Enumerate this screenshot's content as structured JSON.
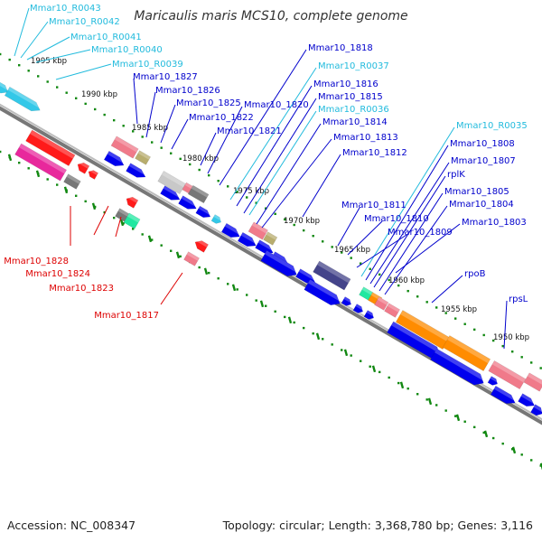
{
  "title": "Maricaulis maris MCS10, complete genome",
  "footer": {
    "accession": "Accession: NC_008347",
    "summary": "Topology: circular; Length: 3,368,780 bp; Genes: 3,116"
  },
  "colors": {
    "forward_cds": "#0000ee",
    "reverse_cds": "#ff1a1a",
    "rna": "#33c8e8",
    "highlight_orange": "#ff8c00",
    "rrna_pink": "#f07a8a",
    "gray_gene": "#777777",
    "khaki_gene": "#b8ad6e",
    "purple_gene": "#44448a",
    "magenta_gene": "#e8289c",
    "green_gene": "#20e8a0",
    "label_blue": "#0000cc",
    "label_cyan": "#22bbdd",
    "label_red": "#dd0000",
    "backbone": "#777777",
    "tick_green": "#118811"
  },
  "kbp_ticks": [
    "1995 kbp",
    "1990 kbp",
    "1985 kbp",
    "1980 kbp",
    "1975 kbp",
    "1970 kbp",
    "1965 kbp",
    "1960 kbp",
    "1955 kbp",
    "1950 kbp"
  ],
  "labels": [
    {
      "text": "Mmar10_R0043",
      "color": "cyan"
    },
    {
      "text": "Mmar10_R0042",
      "color": "cyan"
    },
    {
      "text": "Mmar10_R0041",
      "color": "cyan"
    },
    {
      "text": "Mmar10_R0040",
      "color": "cyan"
    },
    {
      "text": "Mmar10_R0039",
      "color": "cyan"
    },
    {
      "text": "Mmar10_1827",
      "color": "blue"
    },
    {
      "text": "Mmar10_1826",
      "color": "blue"
    },
    {
      "text": "Mmar10_1825",
      "color": "blue"
    },
    {
      "text": "Mmar10_1822",
      "color": "blue"
    },
    {
      "text": "Mmar10_1821",
      "color": "blue"
    },
    {
      "text": "Mmar10_1820",
      "color": "blue"
    },
    {
      "text": "Mmar10_1818",
      "color": "blue"
    },
    {
      "text": "Mmar10_R0037",
      "color": "cyan"
    },
    {
      "text": "Mmar10_1816",
      "color": "blue"
    },
    {
      "text": "Mmar10_1815",
      "color": "blue"
    },
    {
      "text": "Mmar10_R0036",
      "color": "cyan"
    },
    {
      "text": "Mmar10_1814",
      "color": "blue"
    },
    {
      "text": "Mmar10_1813",
      "color": "blue"
    },
    {
      "text": "Mmar10_1812",
      "color": "blue"
    },
    {
      "text": "Mmar10_R0035",
      "color": "cyan"
    },
    {
      "text": "Mmar10_1808",
      "color": "blue"
    },
    {
      "text": "Mmar10_1807",
      "color": "blue"
    },
    {
      "text": "rplK",
      "color": "blue"
    },
    {
      "text": "Mmar10_1805",
      "color": "blue"
    },
    {
      "text": "Mmar10_1804",
      "color": "blue"
    },
    {
      "text": "Mmar10_1811",
      "color": "blue"
    },
    {
      "text": "Mmar10_1810",
      "color": "blue"
    },
    {
      "text": "Mmar10_1809",
      "color": "blue"
    },
    {
      "text": "Mmar10_1803",
      "color": "blue"
    },
    {
      "text": "rpoB",
      "color": "blue"
    },
    {
      "text": "rpsL",
      "color": "blue"
    },
    {
      "text": "Mmar10_1828",
      "color": "red"
    },
    {
      "text": "Mmar10_1824",
      "color": "red"
    },
    {
      "text": "Mmar10_1823",
      "color": "red"
    },
    {
      "text": "Mmar10_1817",
      "color": "red"
    }
  ]
}
